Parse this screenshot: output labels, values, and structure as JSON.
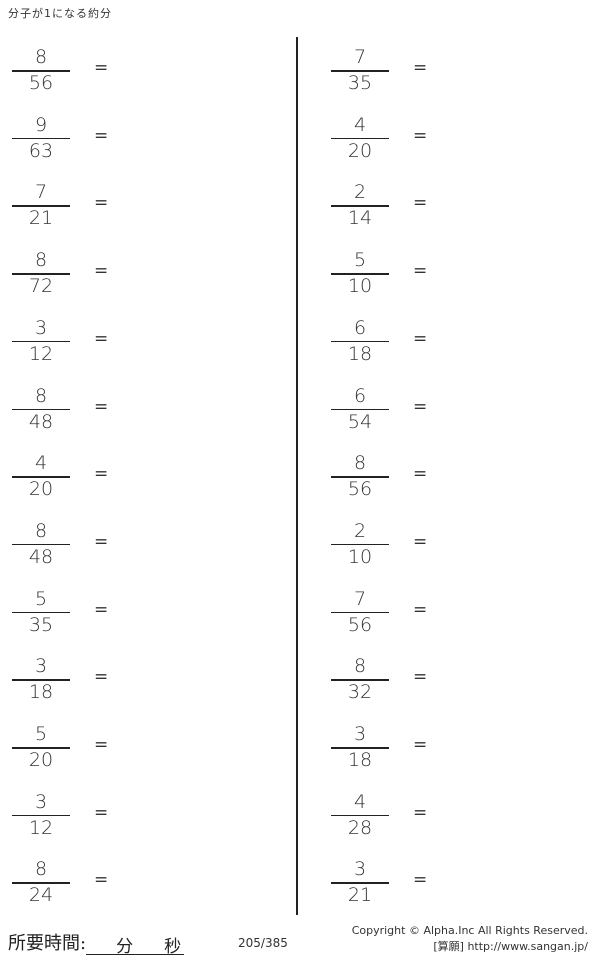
{
  "title": "分子が1になる約分",
  "equals": "=",
  "left_problems": [
    {
      "n": "8",
      "d": "56"
    },
    {
      "n": "9",
      "d": "63"
    },
    {
      "n": "7",
      "d": "21"
    },
    {
      "n": "8",
      "d": "72"
    },
    {
      "n": "3",
      "d": "12"
    },
    {
      "n": "8",
      "d": "48"
    },
    {
      "n": "4",
      "d": "20"
    },
    {
      "n": "8",
      "d": "48"
    },
    {
      "n": "5",
      "d": "35"
    },
    {
      "n": "3",
      "d": "18"
    },
    {
      "n": "5",
      "d": "20"
    },
    {
      "n": "3",
      "d": "12"
    },
    {
      "n": "8",
      "d": "24"
    }
  ],
  "right_problems": [
    {
      "n": "7",
      "d": "35"
    },
    {
      "n": "4",
      "d": "20"
    },
    {
      "n": "2",
      "d": "14"
    },
    {
      "n": "5",
      "d": "10"
    },
    {
      "n": "6",
      "d": "18"
    },
    {
      "n": "6",
      "d": "54"
    },
    {
      "n": "8",
      "d": "56"
    },
    {
      "n": "2",
      "d": "10"
    },
    {
      "n": "7",
      "d": "56"
    },
    {
      "n": "8",
      "d": "32"
    },
    {
      "n": "3",
      "d": "18"
    },
    {
      "n": "4",
      "d": "28"
    },
    {
      "n": "3",
      "d": "21"
    }
  ],
  "footer": {
    "time_label": "所要時間:",
    "minutes": "分",
    "seconds": "秒",
    "page": "205/385",
    "copyright": "Copyright ©  Alpha.Inc All Rights Reserved.",
    "site": "[算願] http://www.sangan.jp/"
  }
}
